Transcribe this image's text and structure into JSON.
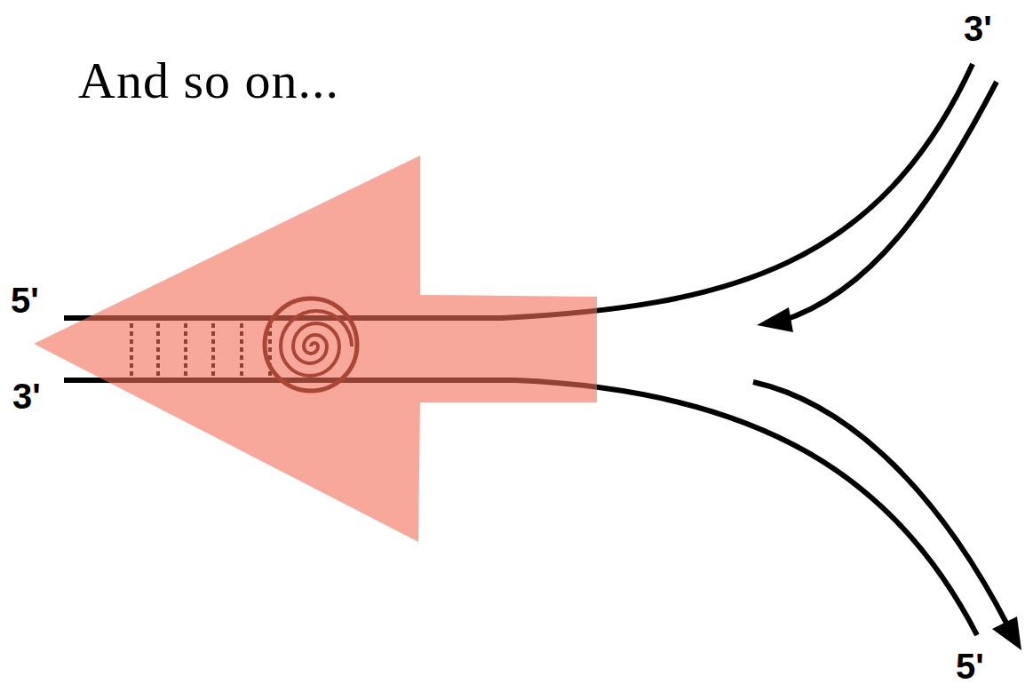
{
  "diagram": {
    "labels": [
      "3'",
      "And so on...",
      "5'",
      "3'",
      "5'"
    ]
  }
}
